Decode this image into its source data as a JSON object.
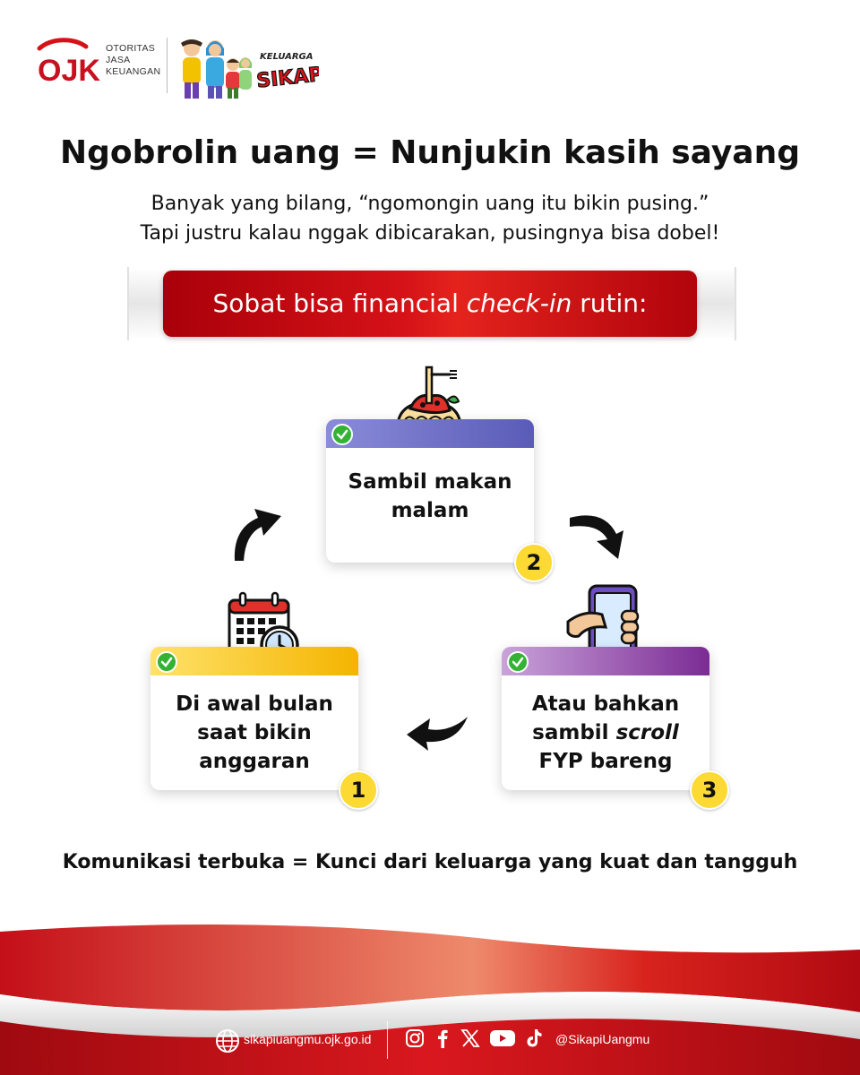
{
  "header": {
    "ojk_logo_text": [
      "OTORITAS",
      "JASA",
      "KEUANGAN"
    ],
    "family_logo_name": "family-illustration",
    "brand_logo_text": [
      "KELUARGA",
      "SIKAPI"
    ]
  },
  "headline": "Ngobrolin uang = Nunjukin kasih sayang",
  "intro": {
    "line1": "Banyak yang bilang, “ngomongin uang itu bikin pusing.”",
    "line2": "Tapi justru kalau nggak dibicarakan, pusingnya bisa dobel!"
  },
  "banner": {
    "prefix": "Sobat bisa financial ",
    "emphasis": "check-in",
    "suffix": " rutin:"
  },
  "steps": [
    {
      "number": "1",
      "lines": [
        "Di awal bulan",
        "saat bikin",
        "anggaran"
      ],
      "icon": "calendar-clock-icon"
    },
    {
      "number": "2",
      "lines": [
        "Sambil makan",
        "malam"
      ],
      "icon": "spaghetti-plate-icon"
    },
    {
      "number": "3",
      "line1": "Atau bahkan",
      "line2_prefix": "sambil ",
      "line2_emphasis": "scroll",
      "line3": "FYP bareng",
      "icon": "hand-phone-icon"
    }
  ],
  "footer_note": "Komunikasi terbuka = Kunci dari keluarga yang kuat dan tangguh",
  "footer": {
    "url": "sikapiuangmu.ojk.go.id",
    "handle": "@SikapiUangmu",
    "social_icons": [
      "instagram-icon",
      "facebook-icon",
      "x-icon",
      "youtube-icon",
      "tiktok-icon"
    ]
  },
  "colors": {
    "brand_red": "#d51217",
    "badge_yellow": "#fcd933",
    "check_green": "#34b233",
    "card2_accent": "#5a5bb7",
    "card1_accent": "#f4b400",
    "card3_accent": "#7b2b94"
  }
}
